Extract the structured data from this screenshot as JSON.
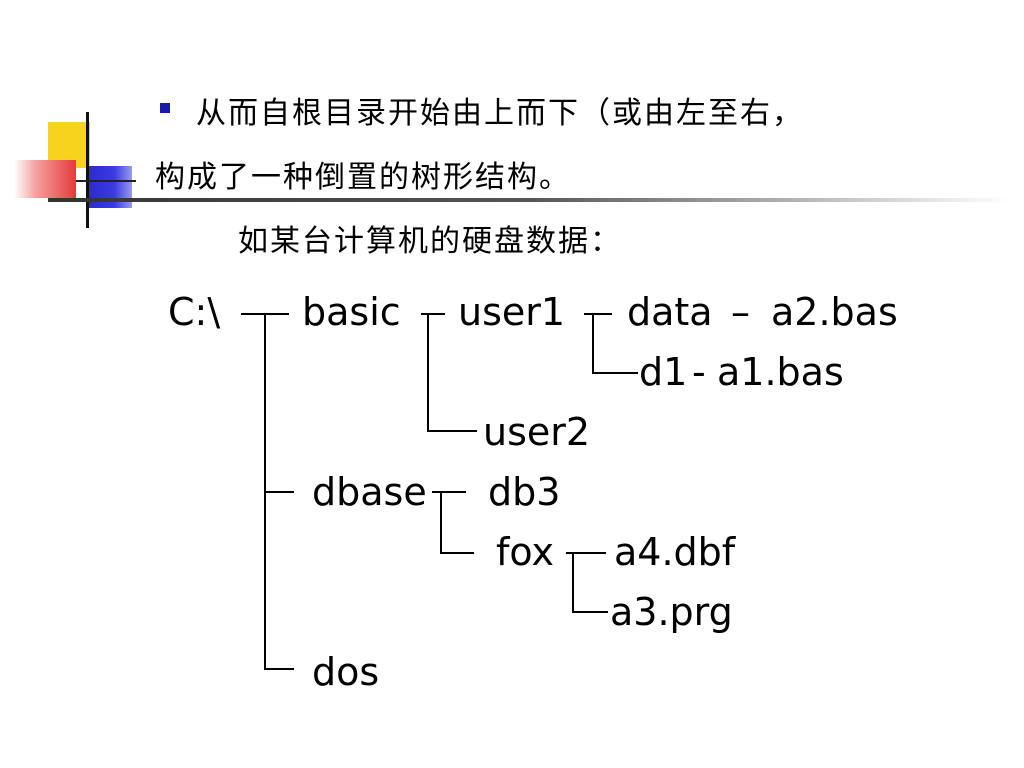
{
  "slide": {
    "line1": "从而自根目录开始由上而下（或由左至右，",
    "line2": "构成了一种倒置的树形结构。",
    "line3": "如某台计算机的硬盘数据："
  },
  "tree": {
    "root": "C:\\",
    "basic": "basic",
    "user1": "user1",
    "data": "data",
    "dash1": "–",
    "a2": "a2.bas",
    "d1": "d1",
    "dash2": "-",
    "a1": "a1.bas",
    "user2": "user2",
    "dbase": "dbase",
    "db3": "db3",
    "fox": "fox",
    "a4": "a4.dbf",
    "a3": "a3.prg",
    "dos": "dos"
  },
  "colors": {
    "bullet": "#1a1aa8",
    "deco_yellow": "#f5d31c",
    "deco_blue": "#2424c8",
    "deco_red": "#e8383a"
  }
}
